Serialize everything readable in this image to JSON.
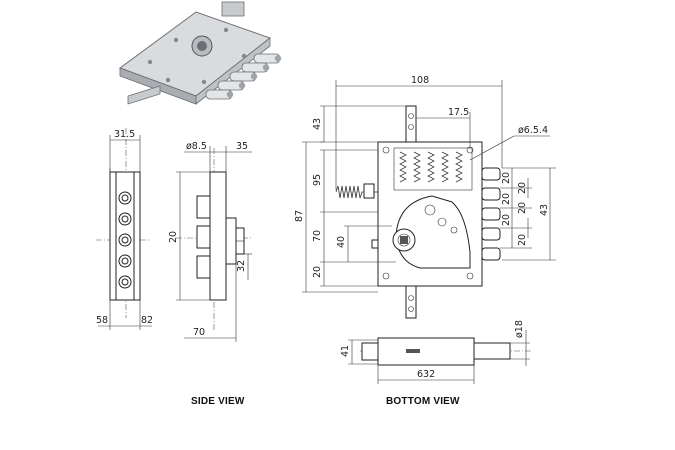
{
  "captions": {
    "side_view": "SIDE VIEW",
    "bottom_view": "BOTTOM VIEW"
  },
  "dimensions": {
    "d108": "108",
    "d17_5": "17.5",
    "d6_5_4": "ø6.5.4",
    "d43_top": "43",
    "d95": "95",
    "d87": "87",
    "d70": "70",
    "d40": "40",
    "d20_left": "20",
    "d43_right": "43",
    "d20_a": "20",
    "d20_b": "20",
    "d20_c": "20",
    "d20_d": "20",
    "d20_e": "20",
    "d20_f": "20",
    "d31_5": "31.5",
    "d58": "58",
    "d82": "82",
    "d8_5": "ø8.5",
    "d35": "35",
    "d20_side": "20",
    "d32": "32",
    "d70_side": "70",
    "d632": "632",
    "d41": "41",
    "d18": "ø18"
  }
}
